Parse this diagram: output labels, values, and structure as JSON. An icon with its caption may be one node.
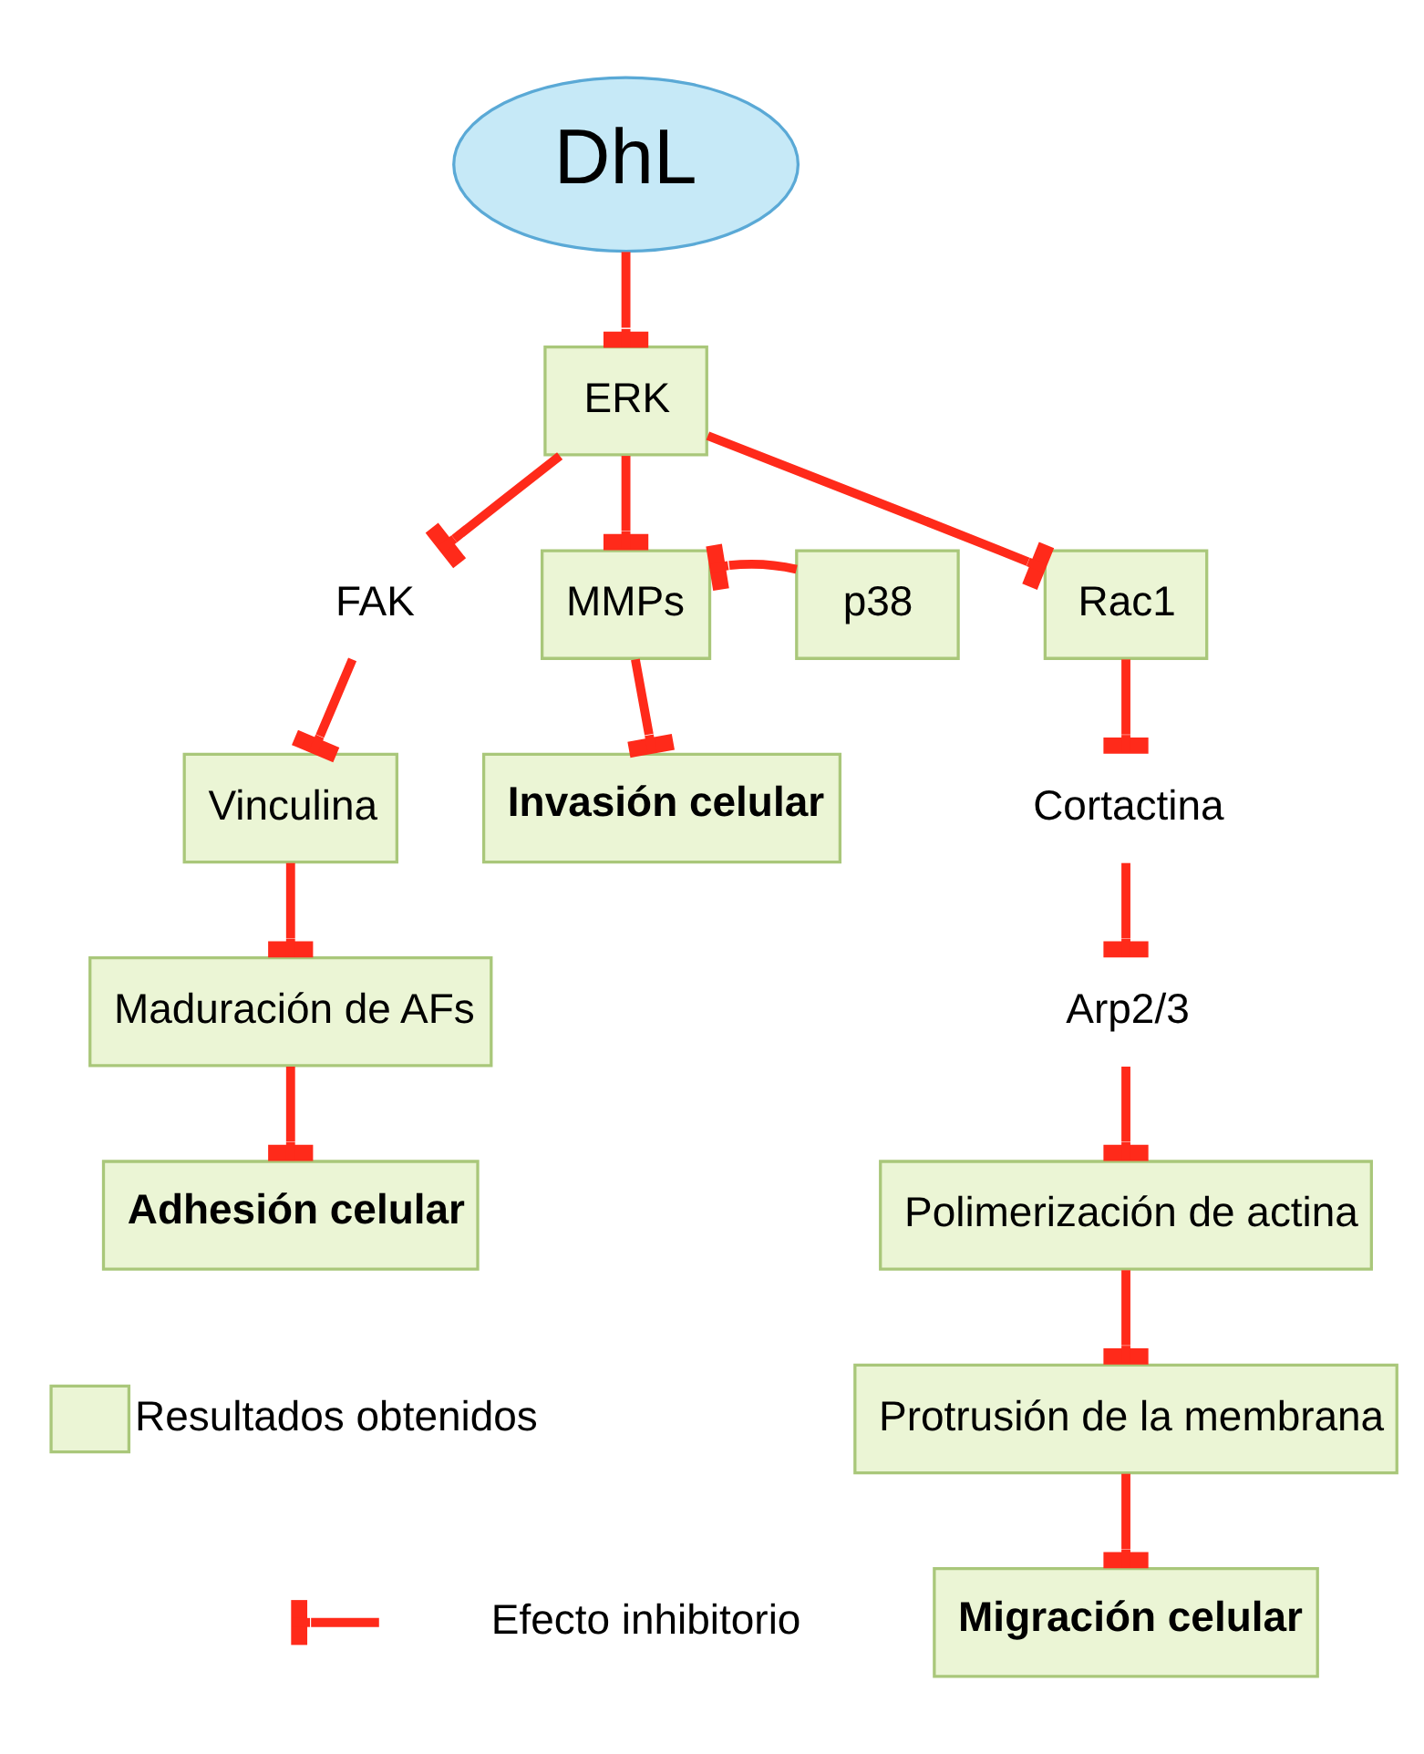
{
  "diagram": {
    "nodes": [
      {
        "text": [
          "DhL"
        ]
      },
      {
        "text": [
          "ERK"
        ]
      },
      {
        "text": [
          "FAK"
        ]
      },
      {
        "text": [
          "p38"
        ]
      },
      {
        "text": [
          "MMPs"
        ]
      },
      {
        "text": [
          "Rac1"
        ]
      },
      {
        "text": [
          "Vinculina"
        ]
      },
      {
        "text": [
          "Invasión celular"
        ]
      },
      {
        "text": [
          "Cortactina"
        ]
      },
      {
        "text": [
          "Arp2/3"
        ]
      },
      {
        "text": [
          "Maduración de AFs"
        ]
      },
      {
        "text": [
          "Polimerización de actina"
        ]
      },
      {
        "text": [
          "Adhesión celular"
        ]
      },
      {
        "text": [
          "Protrusión de la membrana"
        ]
      },
      {
        "text": [
          "Migración celular"
        ]
      }
    ],
    "edges": [
      {
        "from": 0,
        "to": 1,
        "arrow": "other"
      },
      {
        "from": 1,
        "to": 2,
        "arrow": "other"
      },
      {
        "from": 1,
        "to": 4,
        "arrow": "other"
      },
      {
        "from": 1,
        "to": 5,
        "arrow": "other"
      },
      {
        "from": 3,
        "to": 4,
        "arrow": "other"
      },
      {
        "from": 2,
        "to": 6,
        "arrow": "other"
      },
      {
        "from": 6,
        "to": 10,
        "arrow": "other"
      },
      {
        "from": 10,
        "to": 12,
        "arrow": "other"
      },
      {
        "from": 4,
        "to": 7,
        "arrow": "other"
      },
      {
        "from": 5,
        "to": 8,
        "arrow": "other"
      },
      {
        "from": 8,
        "to": 9,
        "arrow": "other"
      },
      {
        "from": 9,
        "to": 11,
        "arrow": "other"
      },
      {
        "from": 11,
        "to": 13,
        "arrow": "other"
      },
      {
        "from": 13,
        "to": 14,
        "arrow": "other"
      }
    ],
    "legend": [
      {
        "text": "Resultados obtenidos",
        "color": "#ebf5d5"
      },
      {
        "text": "Efecto inhibitorio"
      }
    ]
  }
}
